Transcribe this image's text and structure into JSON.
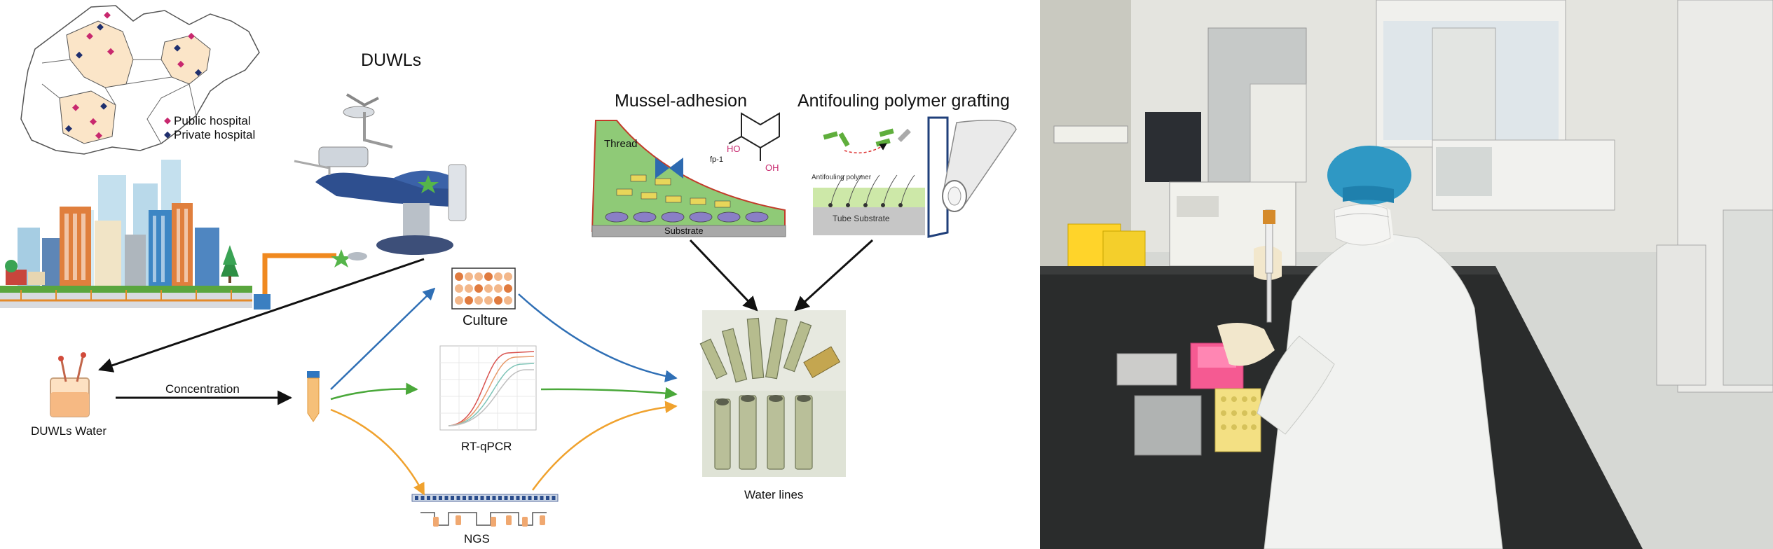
{
  "map": {
    "legend": [
      {
        "label": "Public hospital",
        "color": "#c8286e"
      },
      {
        "label": "Private hospital",
        "color": "#1f2f6e"
      }
    ]
  },
  "labels": {
    "duwls": "DUWLs",
    "duwls_water": "DUWLs Water",
    "concentration": "Concentration",
    "culture": "Culture",
    "rtqpcr": "RT-qPCR",
    "ngs": "NGS",
    "mussel": "Mussel-adhesion",
    "antifouling": "Antifouling polymer grafting",
    "water_lines": "Water lines"
  },
  "mussel_inset": {
    "thread": "Thread",
    "substrate": "Substrate",
    "fp1": "fp-1",
    "ho": "HO",
    "oh": "OH"
  },
  "antifouling_inset": {
    "polymer": "Antifouling polymer",
    "tube": "Tube Substrate"
  },
  "colors": {
    "blue": "#2f6fb5",
    "green": "#4aa83a",
    "orange": "#f0a22e",
    "black": "#111111"
  }
}
